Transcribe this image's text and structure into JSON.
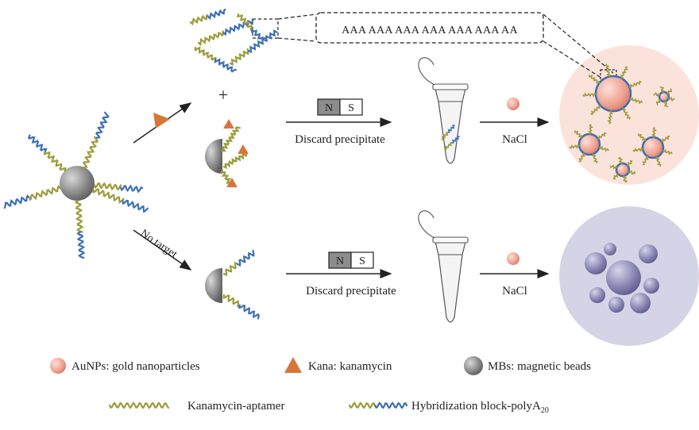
{
  "sequence_label": "AAA AAA AAA AAA AAA AAA AA",
  "magnet": {
    "n": "N",
    "s": "S"
  },
  "steps": {
    "discard_top": "Discard precipitate",
    "discard_bottom": "Discard precipitate",
    "nacl_top": "NaCl",
    "nacl_bottom": "NaCl",
    "no_target": "No target",
    "plus": "+"
  },
  "legend": {
    "aunp": "AuNPs: gold nanoparticles",
    "kana": "Kana: kanamycin",
    "mb": "MBs: magnetic beads",
    "aptamer": "Kanamycin-aptamer",
    "hybrid_main": "Hybridization block-polyA",
    "hybrid_sub": "20"
  },
  "colors": {
    "aptamer": "#9b9b3a",
    "polyA": "#3c6fb4",
    "kana": "#d9753b",
    "aunp": "#ef9f8e",
    "bead": "#8e8e8e",
    "aggregate": "#8583b0",
    "pink_bg": "#fbe3dc",
    "lavender_bg": "#d5d3e6"
  }
}
